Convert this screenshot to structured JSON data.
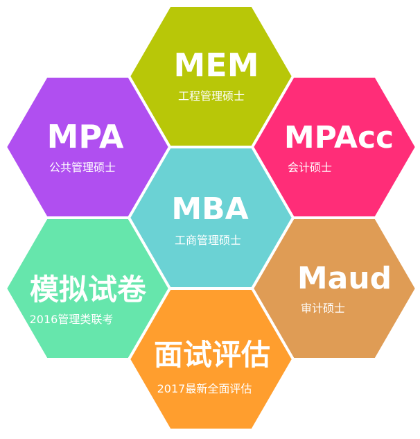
{
  "hexagons": [
    {
      "id": "mem",
      "title": "MEM",
      "subtitle": "工程管理硕士",
      "color": "#B8C708"
    },
    {
      "id": "mpa",
      "title": "MPA",
      "subtitle": "公共管理硕士",
      "color": "#B04FF0"
    },
    {
      "id": "mpacc",
      "title": "MPAcc",
      "subtitle": "会计硕士",
      "color": "#FF2D78"
    },
    {
      "id": "mba",
      "title": "MBA",
      "subtitle": "工商管理硕士",
      "color": "#6BD2D4"
    },
    {
      "id": "mock",
      "title": "模拟试卷",
      "subtitle": "2016管理类联考",
      "color": "#66E6AC"
    },
    {
      "id": "maud",
      "title": "Maud",
      "subtitle": "审计硕士",
      "color": "#DF9C55"
    },
    {
      "id": "eval",
      "title": "面试评估",
      "subtitle": "2017最新全面评估",
      "color": "#FF9E2E"
    }
  ]
}
